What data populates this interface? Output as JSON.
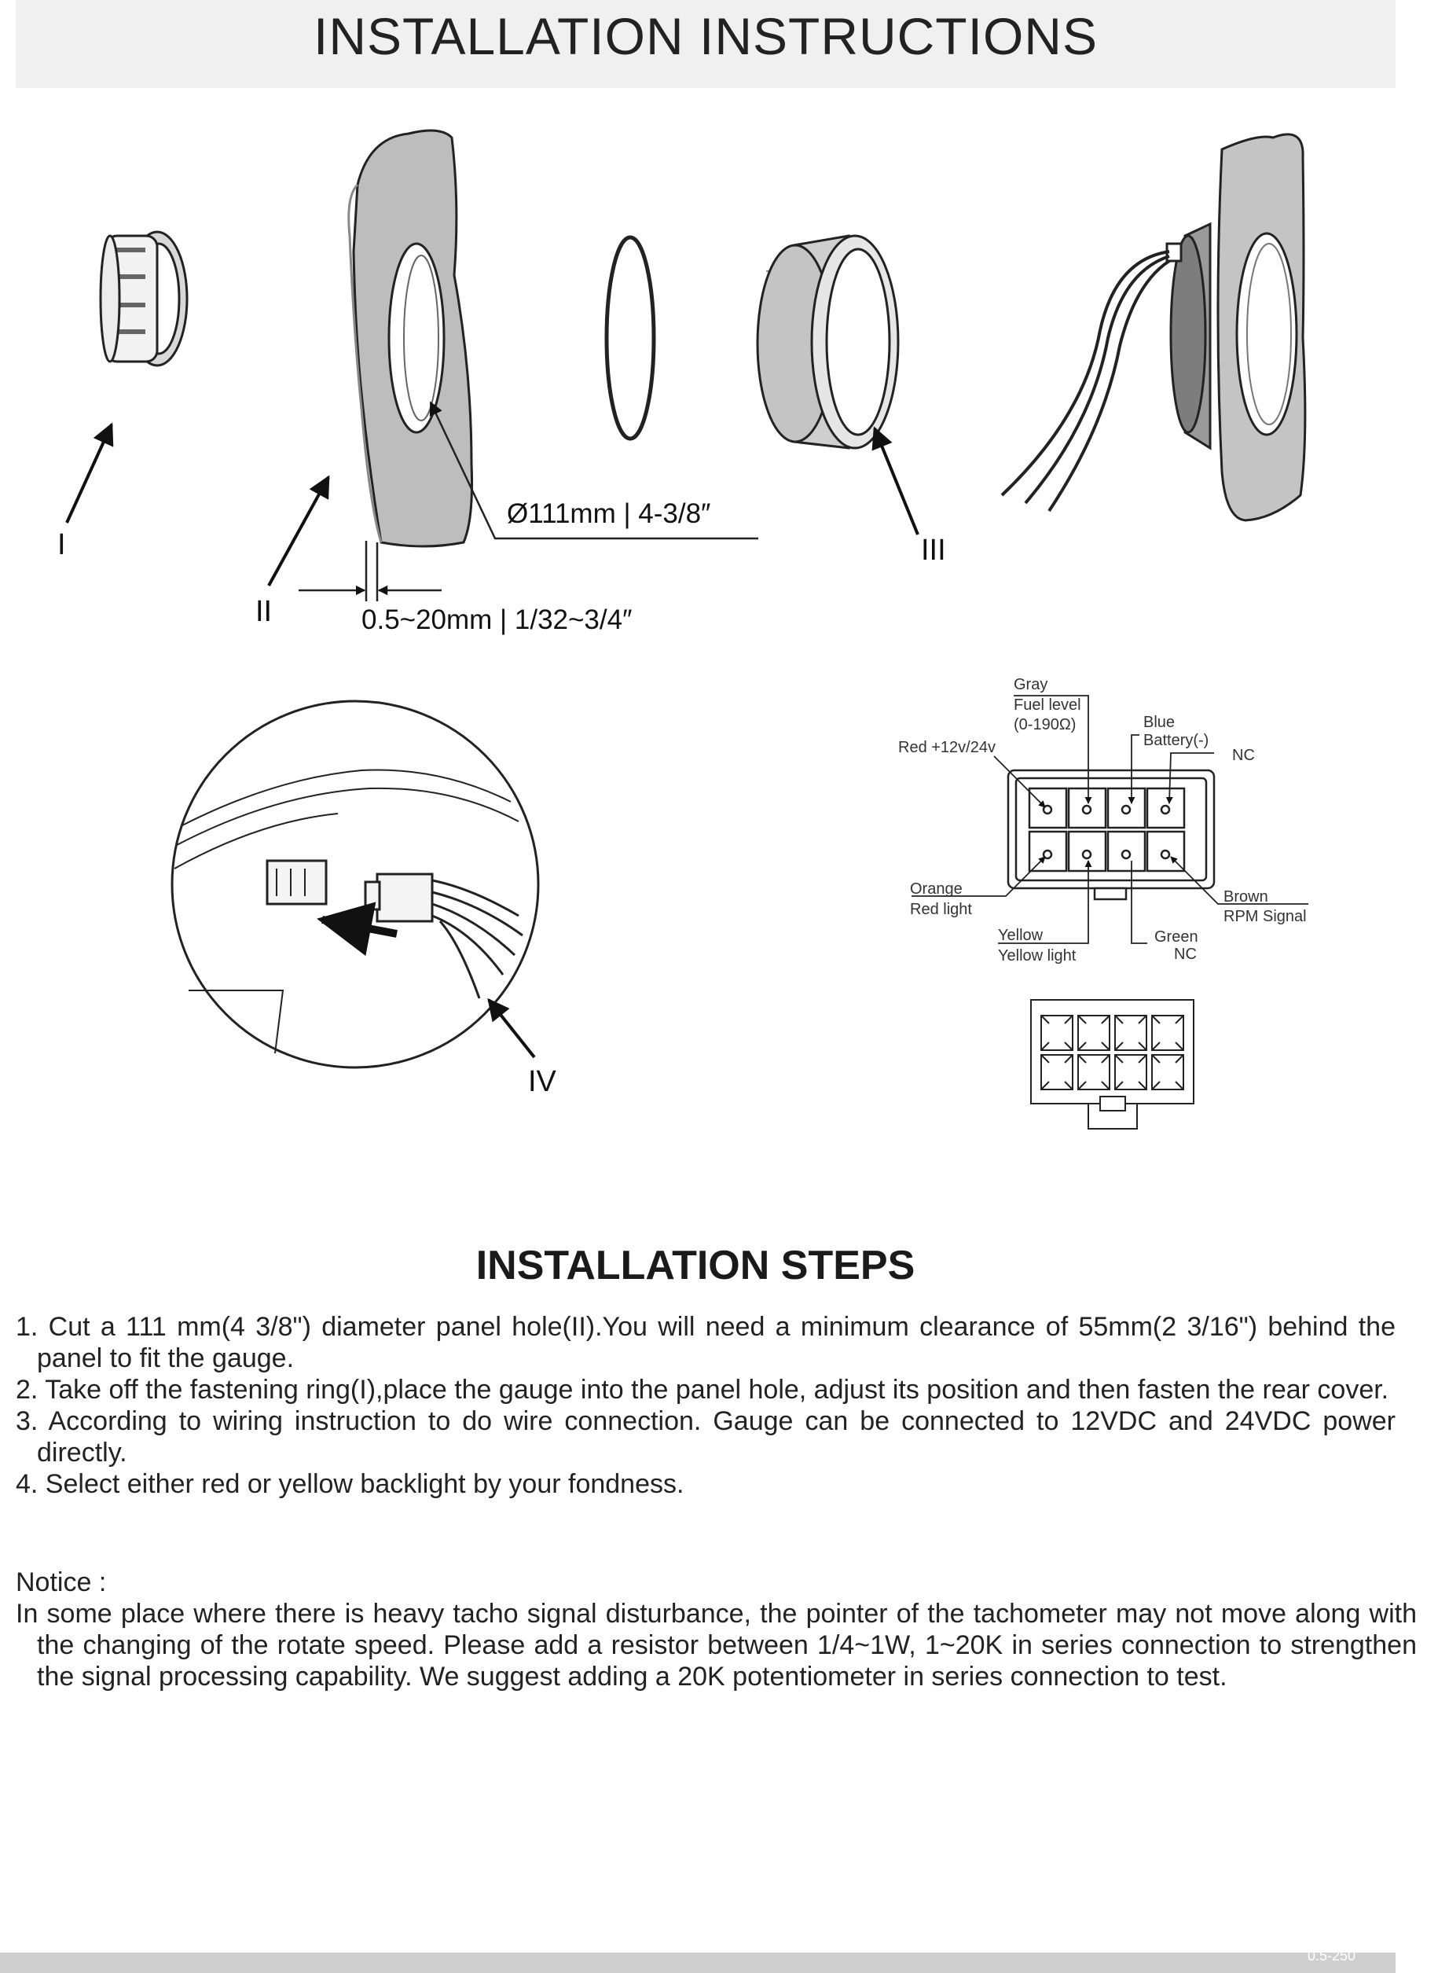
{
  "header": {
    "title": "INSTALLATION INSTRUCTIONS"
  },
  "diagram": {
    "labels": {
      "part_i": "I",
      "part_ii": "II",
      "part_iii": "III",
      "part_iv": "IV",
      "hole_dim": "Ø111mm | 4-3/8″",
      "panel_thickness": "0.5~20mm | 1/32~3/4″"
    },
    "wiring": {
      "gray": "Gray",
      "fuel": "Fuel level",
      "fuel_range": "(0-190Ω)",
      "blue": "Blue",
      "battery": "Battery(-)",
      "red": "Red +12v/24v",
      "nc_top": "NC",
      "orange": "Orange",
      "red_light": "Red light",
      "brown": "Brown",
      "rpm": "RPM Signal",
      "yellow": "Yellow",
      "yellow_light": "Yellow light",
      "green": "Green",
      "nc_bottom": "NC"
    }
  },
  "steps": {
    "title": "INSTALLATION STEPS",
    "items": [
      "1. Cut a 111 mm(4 3/8\") diameter panel hole(II).You will need a minimum clearance of 55mm(2 3/16\") behind the panel to fit the  gauge.",
      "2. Take off the fastening ring(I),place the gauge into the panel hole, adjust its position and then fasten the rear cover.",
      "3. According to wiring instruction to do wire connection. Gauge can be connected to 12VDC and 24VDC power directly.",
      "4. Select either red or yellow backlight by your fondness."
    ]
  },
  "notice": {
    "title": "Notice :",
    "body": "In some place where there is heavy tacho signal disturbance, the pointer of the tachometer may not move along with the changing of the rotate speed. Please add a resistor between 1/4~1W, 1~20K in series connection to strengthen the signal processing capability. We suggest adding a 20K potentiometer in series connection to test."
  },
  "footer": {
    "code": "0.5-250"
  }
}
